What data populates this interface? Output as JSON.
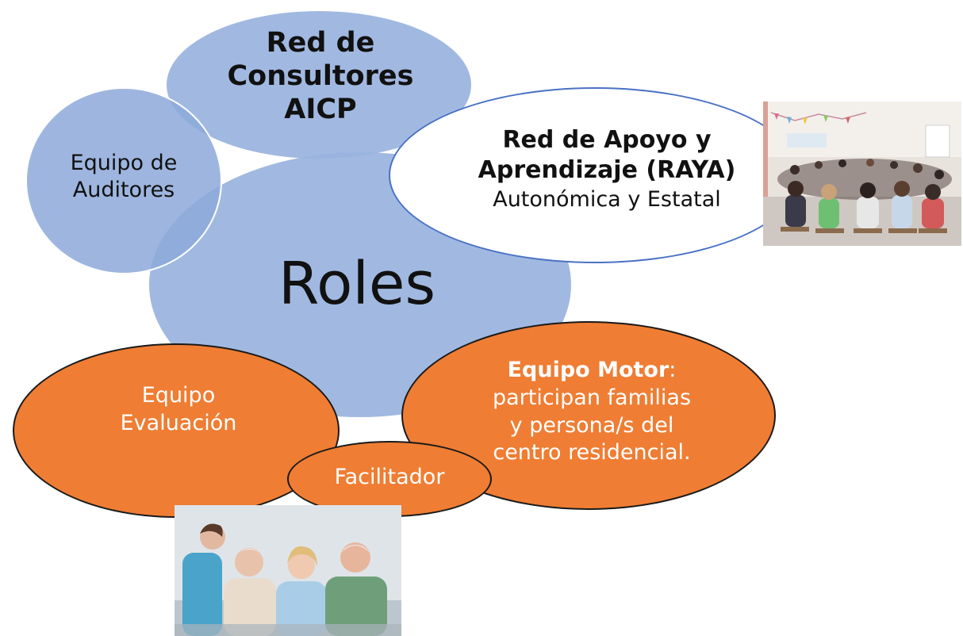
{
  "center": {
    "label": "Roles"
  },
  "bubbles": {
    "consultores": {
      "lines": [
        "Red de",
        "Consultores",
        "AICP"
      ]
    },
    "auditores": {
      "lines": [
        "Equipo de",
        "Auditores"
      ]
    },
    "raya": {
      "title_lines": [
        "Red de Apoyo y",
        "Aprendizaje (RAYA)"
      ],
      "subtitle": "Autonómica y Estatal"
    },
    "evaluacion": {
      "lines": [
        "Equipo",
        "Evaluación"
      ]
    },
    "motor": {
      "title": "Equipo Motor",
      "title_suffix": ":",
      "lines": [
        "participan familias",
        "y persona/s del",
        "centro residencial."
      ]
    },
    "facilitador": {
      "label": "Facilitador"
    }
  },
  "colors": {
    "blue": "#99b3de",
    "orange": "#ef7d33",
    "outline_blue": "#4a72c4"
  },
  "images": {
    "group_photo": "group-meeting-photo",
    "care_photo": "caregiver-with-elders-photo"
  }
}
